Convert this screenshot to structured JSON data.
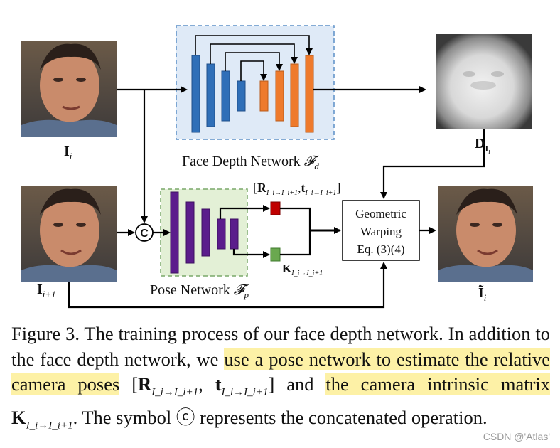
{
  "inputs": {
    "label_i": "I",
    "label_i_sub": "i",
    "label_i1": "I",
    "label_i1_sub": "i+1"
  },
  "depth_map": {
    "label": "D",
    "label_sub": "I",
    "label_subsub": "i"
  },
  "output": {
    "label": "Ĩ",
    "label_sub": "i"
  },
  "face_depth_network": {
    "label": "Face Depth Network ",
    "symbol": "𝓕",
    "symbol_sub": "d",
    "fill": "#dfeaf7"
  },
  "pose_network": {
    "label": "Pose Network ",
    "symbol": "𝓕",
    "symbol_sub": "p",
    "fill": "#e3f0d6"
  },
  "concat_symbol": "C",
  "pose_output_label": {
    "open": "[",
    "R": "R",
    "R_sub": "I_i→I_i+1",
    "comma": ",",
    "t": "t",
    "t_sub": "I_i→I_i+1",
    "close": "]"
  },
  "intrinsic_label": {
    "K": "K",
    "K_sub": "I_i→I_i+1"
  },
  "warping_box": {
    "line1": "Geometric",
    "line2": "Warping",
    "line3": "Eq. (3)(4)"
  },
  "colors": {
    "encoder_blue": "#2f6fb8",
    "decoder_orange": "#ee7a2c",
    "pose_purple": "#5b1c8c",
    "pose_red": "#c00000",
    "pose_green": "#6aa84f"
  },
  "caption": {
    "p1": "Figure 3. The training process of our face depth network. In addition to the face depth network, we ",
    "h1": "use a pose network to estimate the relative camera poses",
    "p2": " [",
    "R": "R",
    "R_sub": "I_i→I_i+1",
    "p3": ", ",
    "t": "t",
    "t_sub": "I_i→I_i+1",
    "p4": "] and ",
    "h2": "the camera intrinsic matrix",
    "p5": " ",
    "K": "K",
    "K_sub": "I_i→I_i+1",
    "p6": ". The symbol ⓒ represents the concatenated operation."
  },
  "watermark": "CSDN @'Atlas'"
}
